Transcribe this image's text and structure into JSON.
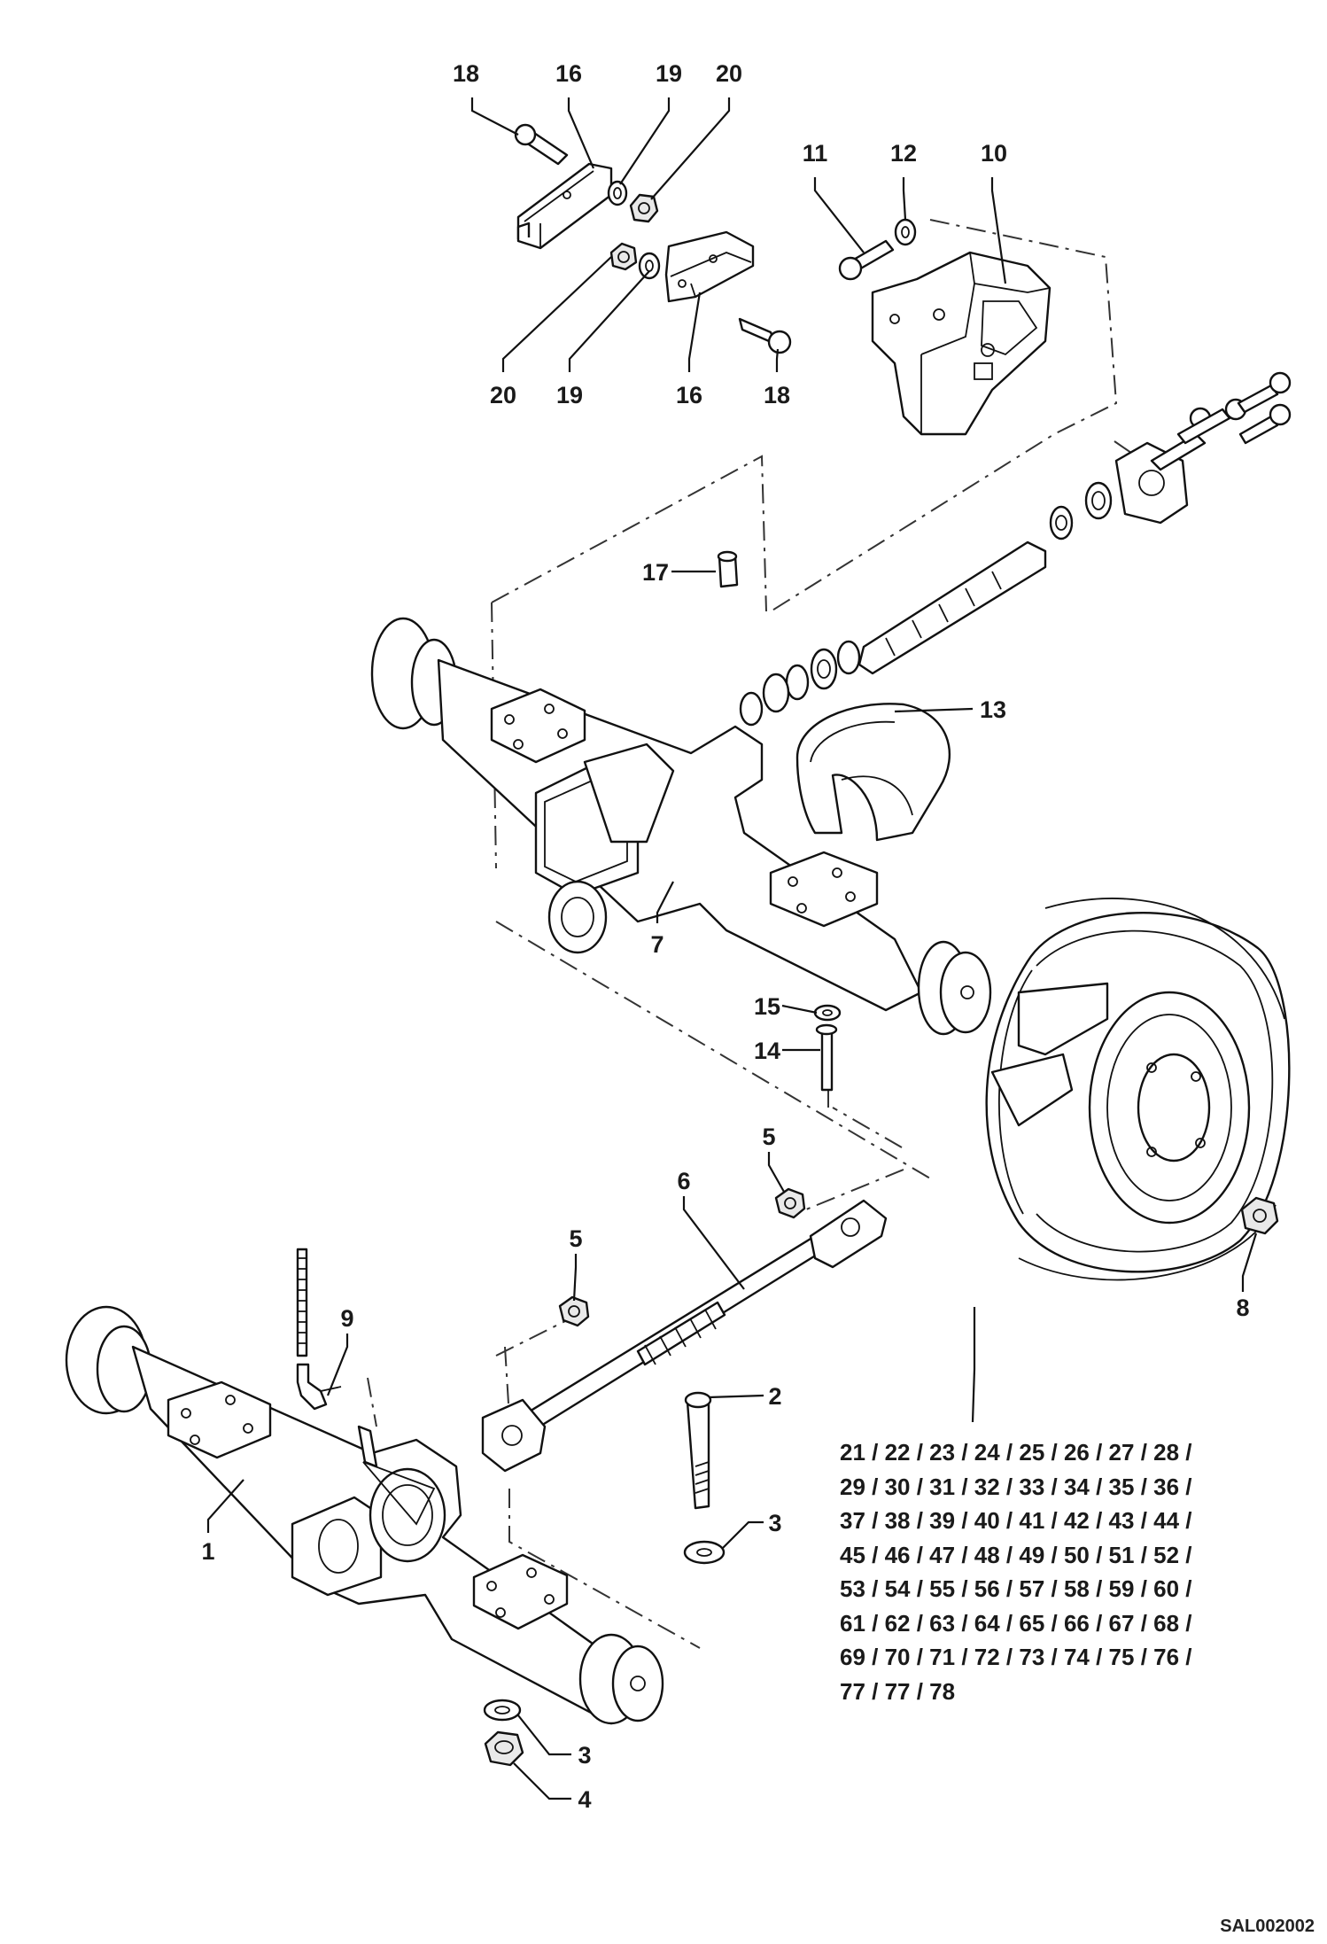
{
  "diagram": {
    "reference_code": "SAL002002",
    "callouts": {
      "c18a": "18",
      "c16a": "16",
      "c19a": "19",
      "c20a": "20",
      "c20b": "20",
      "c19b": "19",
      "c16b": "16",
      "c18b": "18",
      "c11": "11",
      "c12": "12",
      "c10": "10",
      "c17": "17",
      "c13": "13",
      "c7": "7",
      "c15": "15",
      "c14": "14",
      "c5a": "5",
      "c6": "6",
      "c5b": "5",
      "c8": "8",
      "c9": "9",
      "c2": "2",
      "c1": "1",
      "c3a": "3",
      "c3b": "3",
      "c4": "4"
    },
    "part_range_lines": [
      "21 / 22 / 23 / 24 / 25 / 26 / 27 / 28 /",
      "29 / 30 / 31 / 32 / 33 / 34 / 35 / 36 /",
      "37 / 38 / 39 / 40 / 41 / 42 / 43 / 44 /",
      "45 / 46 / 47 / 48 / 49 / 50 / 51 / 52 /",
      "53 / 54 / 55 / 56 / 57 / 58 / 59 / 60 /",
      "61 / 62 / 63 / 64 / 65 / 66 / 67 / 68 /",
      "69 / 70 / 71 / 72 / 73 / 74 / 75 / 76 /",
      "77 / 77 / 78"
    ]
  }
}
